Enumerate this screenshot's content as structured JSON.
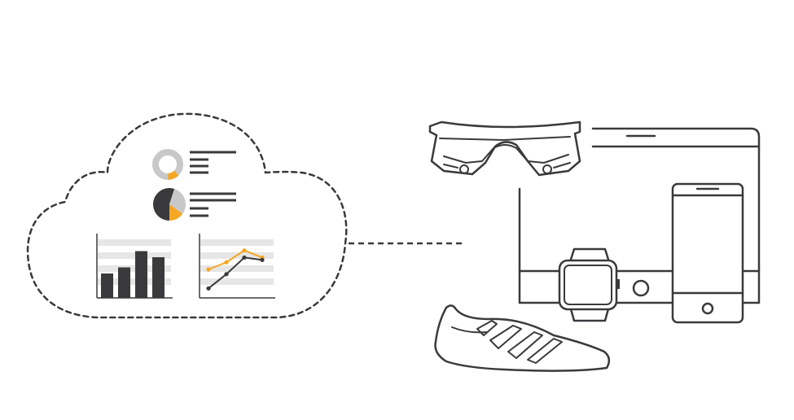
{
  "colors": {
    "outline": "#3a3a3d",
    "dark": "#3a3a3d",
    "accent": "#f5a623",
    "light_gray": "#c8c8c8",
    "grid_band": "#e6e6e6",
    "background": "#ffffff"
  },
  "icons": [
    "cloud-icon",
    "donut-chart-icon",
    "pie-chart-icon",
    "bar-chart-icon",
    "line-chart-icon",
    "connection-line",
    "smart-glasses-icon",
    "tablet-icon",
    "smartphone-icon",
    "smartwatch-icon",
    "sneaker-icon"
  ],
  "bar_chart": {
    "values": [
      6,
      7.5,
      11.5,
      10
    ]
  },
  "line_chart": {
    "dark_series": [
      2,
      5,
      8.5,
      8
    ],
    "accent_series": [
      6,
      7.5,
      10,
      8.5
    ]
  },
  "donut_chart": {
    "accent_fraction": 0.12,
    "light_fraction": 0.88
  },
  "pie_chart": {
    "dark_fraction": 0.55,
    "light_fraction": 0.3,
    "accent_fraction": 0.15
  }
}
